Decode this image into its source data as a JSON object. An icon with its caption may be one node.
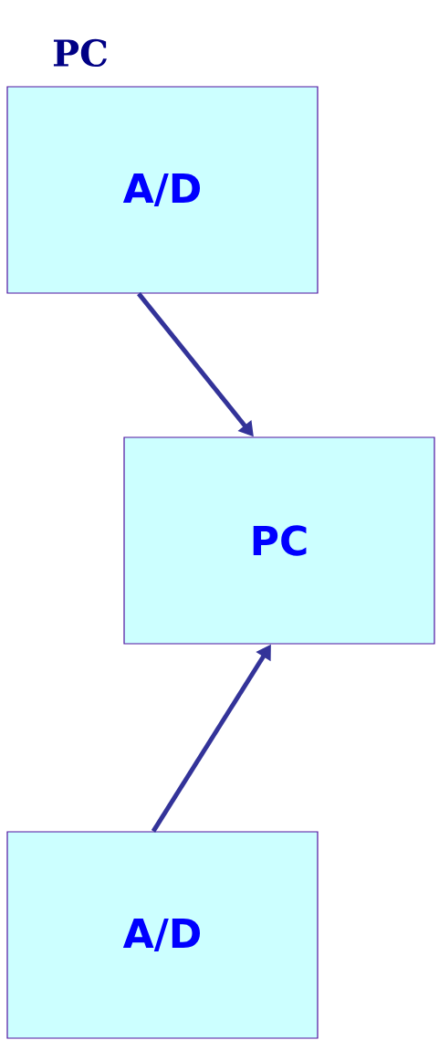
{
  "diagram": {
    "title": "PC",
    "nodes": [
      {
        "text": [
          "A/D"
        ]
      },
      {
        "text": [
          "PC"
        ]
      },
      {
        "text": [
          "A/D"
        ]
      }
    ],
    "edges": [
      {
        "from": 0,
        "to": 1,
        "arrow": "to"
      },
      {
        "from": 2,
        "to": 1,
        "arrow": "to"
      }
    ]
  }
}
